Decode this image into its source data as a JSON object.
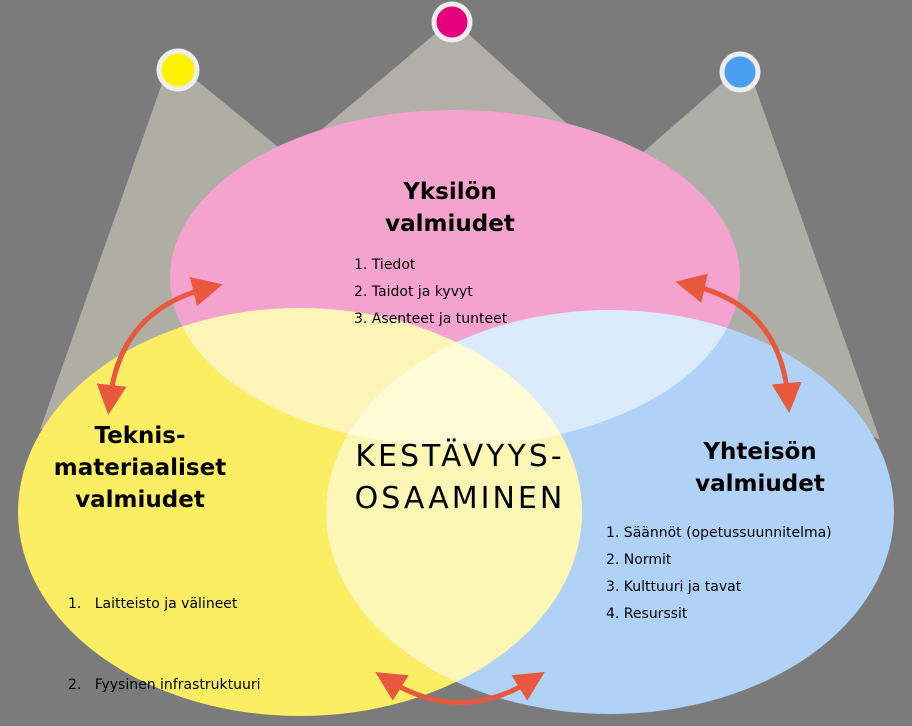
{
  "circles": {
    "individual": {
      "title_line1": "Yksilön",
      "title_line2": "valmiudet",
      "items": [
        "1. Tiedot",
        "2. Taidot ja kyvyt",
        "3. Asenteet ja tunteet"
      ],
      "color": "#f4a3cf",
      "light_color": "#e5007e"
    },
    "technical": {
      "title_line1": "Teknis-",
      "title_line2": "materiaaliset",
      "title_line3": "valmiudet",
      "items": [
        "1.   Laitteisto ja välineet",
        "2.   Fyysinen infrastruktuuri"
      ],
      "color": "#fbee63",
      "light_color": "#fff200"
    },
    "community": {
      "title_line1": "Yhteisön",
      "title_line2": "valmiudet",
      "items": [
        "1. Säännöt (opetussuunnitelma)",
        "2. Normit",
        "3. Kulttuuri ja tavat",
        "4. Resurssit"
      ],
      "color": "#b0d2f7",
      "light_color": "#4a9ff0"
    }
  },
  "center": {
    "line1": "KESTÄVYYS-",
    "line2": "OSAAMINEN"
  },
  "arrow_color": "#e8583e"
}
